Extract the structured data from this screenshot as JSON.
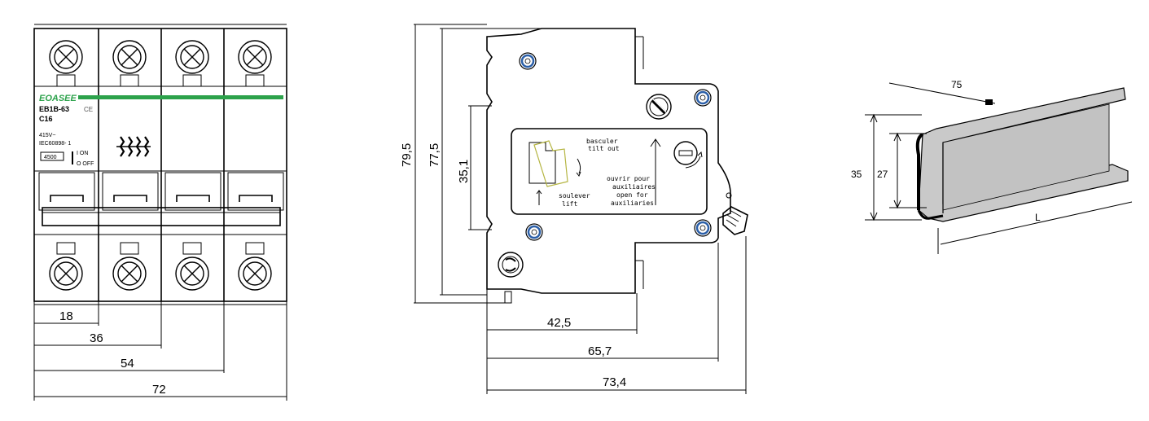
{
  "breaker_front": {
    "brand": "EOASEE",
    "model": "EB1B-63",
    "ce_mark": "CE",
    "rating": "C16",
    "voltage": "415V~",
    "standard": "IEC60898- 1",
    "breaking_capacity": "4500",
    "on_label": "I ON",
    "off_label": "O OFF",
    "brand_color": "#2ca24b",
    "dims": [
      "18",
      "36",
      "54",
      "72"
    ]
  },
  "breaker_side": {
    "label_tilt_fr": "basculer",
    "label_tilt_en": "tilt out",
    "label_open_fr": "ouvrir  pour",
    "label_open_fr2": "auxiliaires",
    "label_open_en": "open for",
    "label_open_en2": "auxiliaries",
    "label_lift_fr": "soulever",
    "label_lift_en": "lift",
    "dim_height_outer": "79,5",
    "dim_height_inner": "77,5",
    "dim_inner": "35,1",
    "dim_depth_1": "42,5",
    "dim_depth_2": "65,7",
    "dim_depth_3": "73,4",
    "screw_color": "#2b5fa8"
  },
  "din_rail": {
    "width": "75",
    "height_outer": "35",
    "height_inner": "27",
    "length": "L",
    "fill_color": "#c9c9c9"
  }
}
